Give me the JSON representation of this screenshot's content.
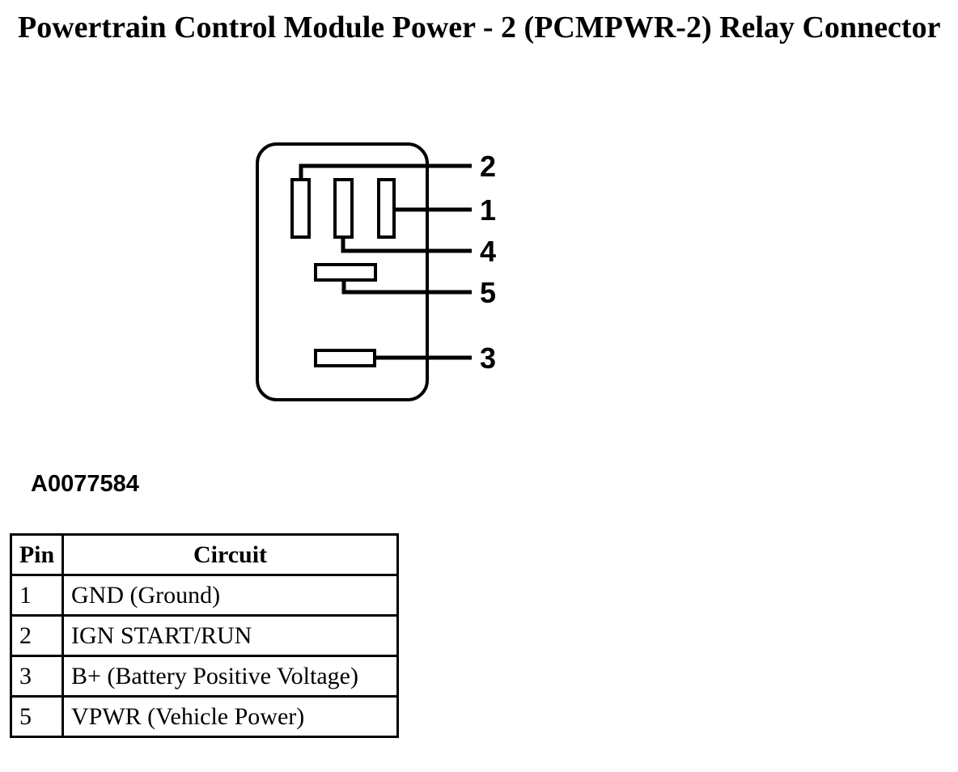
{
  "page": {
    "title": "Powertrain Control Module Power - 2 (PCMPWR-2) Relay Connector",
    "figure_code": "A0077584",
    "ink_color": "#000000",
    "background_color": "#ffffff"
  },
  "diagram": {
    "type": "relay-connector-pinout",
    "pin_labels": {
      "p2": "2",
      "p1": "1",
      "p4": "4",
      "p5": "5",
      "p3": "3"
    }
  },
  "table": {
    "headers": {
      "pin": "Pin",
      "circuit": "Circuit"
    },
    "rows": [
      {
        "pin": "1",
        "circuit": "GND (Ground)"
      },
      {
        "pin": "2",
        "circuit": "IGN START/RUN"
      },
      {
        "pin": "3",
        "circuit": "B+ (Battery Positive Voltage)"
      },
      {
        "pin": "5",
        "circuit": "VPWR (Vehicle Power)"
      }
    ]
  }
}
